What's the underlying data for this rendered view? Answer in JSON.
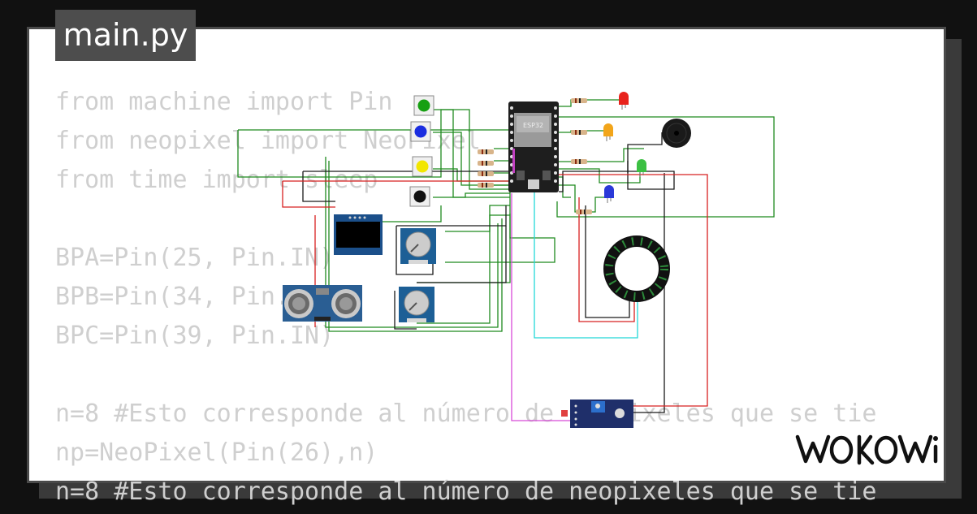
{
  "tab": {
    "filename": "main.py"
  },
  "code": {
    "lines": [
      "from machine import Pin",
      "from neopixel import NeoPixel",
      "from time import sleep",
      "",
      "BPA=Pin(25, Pin.IN)",
      "BPB=Pin(34, Pin.IN)",
      "BPC=Pin(39, Pin.IN)",
      "",
      "n=8 #Esto corresponde al número de neopixeles que se tie",
      "np=NeoPixel(Pin(26),n)",
      "n=8 #Esto corresponde al número de neopixeles que se tie"
    ]
  },
  "circuit": {
    "esp32_label": "ESP32",
    "buttons": [
      {
        "color": "#16a012"
      },
      {
        "color": "#1a2de0"
      },
      {
        "color": "#f2e600"
      },
      {
        "color": "#111111"
      }
    ],
    "leds": [
      {
        "color": "#e8231c"
      },
      {
        "color": "#f2a51a"
      },
      {
        "color": "#3cc043"
      },
      {
        "color": "#2a39d8"
      }
    ],
    "components": [
      "oled-display",
      "ultrasonic-sensor",
      "potentiometer",
      "potentiometer",
      "neopixel-ring",
      "buzzer",
      "sensor-module"
    ]
  },
  "brand": {
    "logo_text": "WOKWi"
  }
}
